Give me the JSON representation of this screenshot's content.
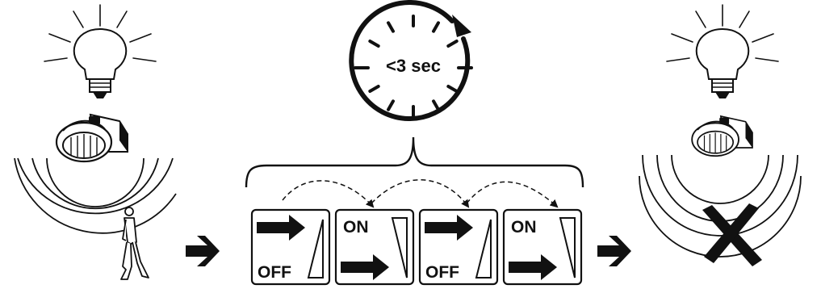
{
  "timer": {
    "label": "<3 sec"
  },
  "switches": [
    {
      "state": "OFF",
      "label": "OFF"
    },
    {
      "state": "ON",
      "label": "ON"
    },
    {
      "state": "OFF",
      "label": "OFF"
    },
    {
      "state": "ON",
      "label": "ON"
    }
  ],
  "icons": {
    "left_bulb": "lightbulb-on-icon",
    "right_bulb": "lightbulb-on-icon",
    "left_sensor": "motion-sensor-icon",
    "right_sensor": "motion-sensor-icon",
    "person": "walking-person-icon",
    "arrows": "right-arrow-icon",
    "disabled": "cross-mark-icon"
  },
  "colors": {
    "ink": "#111111",
    "background": "#ffffff"
  }
}
